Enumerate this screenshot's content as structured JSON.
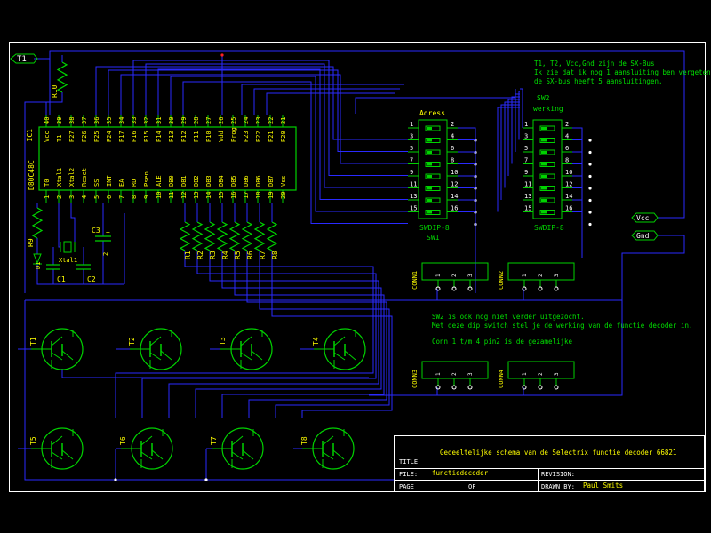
{
  "colors": {
    "background": "#000000",
    "wire": "#2a2aff",
    "component": "#00d200",
    "label": "#ffff00",
    "annotation": "#00e000",
    "border": "#ffffff",
    "pin": "#ffffff",
    "junction": "#ff2020"
  },
  "ports": {
    "t1": "T1",
    "vcc": "Vcc",
    "gnd": "Gnd"
  },
  "ic1": {
    "ref": "IC1",
    "part": "D80C48C",
    "top_pins": [
      {
        "num": "40",
        "name": "Vcc"
      },
      {
        "num": "39",
        "name": "T1"
      },
      {
        "num": "38",
        "name": "P27"
      },
      {
        "num": "37",
        "name": "P26"
      },
      {
        "num": "36",
        "name": "P25"
      },
      {
        "num": "35",
        "name": "P24"
      },
      {
        "num": "34",
        "name": "P17"
      },
      {
        "num": "33",
        "name": "P16"
      },
      {
        "num": "32",
        "name": "P15"
      },
      {
        "num": "31",
        "name": "P14"
      },
      {
        "num": "30",
        "name": "P13"
      },
      {
        "num": "29",
        "name": "P12"
      },
      {
        "num": "28",
        "name": "P11"
      },
      {
        "num": "27",
        "name": "P10"
      },
      {
        "num": "26",
        "name": "Vdd"
      },
      {
        "num": "25",
        "name": "Prog"
      },
      {
        "num": "24",
        "name": "P23"
      },
      {
        "num": "23",
        "name": "P22"
      },
      {
        "num": "22",
        "name": "P21"
      },
      {
        "num": "21",
        "name": "P20"
      }
    ],
    "bottom_pins": [
      {
        "num": "1",
        "name": "T0"
      },
      {
        "num": "2",
        "name": "Xtal1"
      },
      {
        "num": "3",
        "name": "Xtal2"
      },
      {
        "num": "4",
        "name": "Reset"
      },
      {
        "num": "5",
        "name": "SS"
      },
      {
        "num": "6",
        "name": "INT"
      },
      {
        "num": "7",
        "name": "EA"
      },
      {
        "num": "8",
        "name": "RD"
      },
      {
        "num": "9",
        "name": "Psen"
      },
      {
        "num": "10",
        "name": "ALE"
      },
      {
        "num": "11",
        "name": "DB0"
      },
      {
        "num": "12",
        "name": "DB1"
      },
      {
        "num": "13",
        "name": "DB2"
      },
      {
        "num": "14",
        "name": "DB3"
      },
      {
        "num": "15",
        "name": "DB4"
      },
      {
        "num": "16",
        "name": "DB5"
      },
      {
        "num": "17",
        "name": "DB6"
      },
      {
        "num": "18",
        "name": "DB6"
      },
      {
        "num": "19",
        "name": "DB7"
      },
      {
        "num": "20",
        "name": "Vss"
      }
    ]
  },
  "passives": {
    "r10": "R10",
    "r9": "R9",
    "d1": "D1",
    "xtal": "Xtal1",
    "c1": "C1",
    "c2": "C2",
    "c3": "C3",
    "c3_plus": "+",
    "c3_minus": "2",
    "resistors": [
      "R1",
      "R2",
      "R3",
      "R4",
      "R5",
      "R6",
      "R7",
      "R8"
    ]
  },
  "sw1": {
    "label": "Adress",
    "part": "SWDIP-8",
    "ref": "SW1",
    "left_pins": [
      "1",
      "3",
      "5",
      "7",
      "9",
      "11",
      "13",
      "15"
    ],
    "right_pins": [
      "2",
      "4",
      "6",
      "8",
      "10",
      "12",
      "14",
      "16"
    ]
  },
  "sw2": {
    "ref": "SW2",
    "label": "werking",
    "part": "SWDIP-8",
    "left_pins": [
      "1",
      "3",
      "5",
      "7",
      "9",
      "11",
      "13",
      "15"
    ],
    "right_pins": [
      "2",
      "4",
      "6",
      "8",
      "10",
      "12",
      "14",
      "16"
    ]
  },
  "connectors": [
    {
      "ref": "CONN1",
      "pins": [
        "1",
        "2",
        "3"
      ]
    },
    {
      "ref": "CONN2",
      "pins": [
        "1",
        "2",
        "3"
      ]
    },
    {
      "ref": "CONN3",
      "pins": [
        "1",
        "2",
        "3"
      ]
    },
    {
      "ref": "CONN4",
      "pins": [
        "1",
        "2",
        "3"
      ]
    }
  ],
  "transistors": [
    "T1",
    "T2",
    "T3",
    "T4",
    "T5",
    "T6",
    "T7",
    "T8"
  ],
  "notes": {
    "sx_bus": [
      "T1, T2, Vcc,Gnd zijn de SX-Bus",
      "Ik zie dat ik nog 1 aansluiting ben vergeten,",
      "de SX-bus heeft 5 aansluitingen."
    ],
    "sw2": [
      "SW2 is ook nog niet verder uitgezocht.",
      "Met deze dip switch stel je de werking van de functie decoder in."
    ],
    "conn": "Conn 1 t/m 4 pin2 is de gezamelijke"
  },
  "title_block": {
    "description": "Gedeeltelijke schema van de Selectrix functie decoder 66821",
    "title_label": "TITLE",
    "file_label": "FILE:",
    "file_value": "functiedecoder",
    "revision_label": "REVISION:",
    "page_label": "PAGE",
    "of_label": "OF",
    "drawn_label": "DRAWN BY:",
    "drawn_value": "Paul Smits"
  }
}
